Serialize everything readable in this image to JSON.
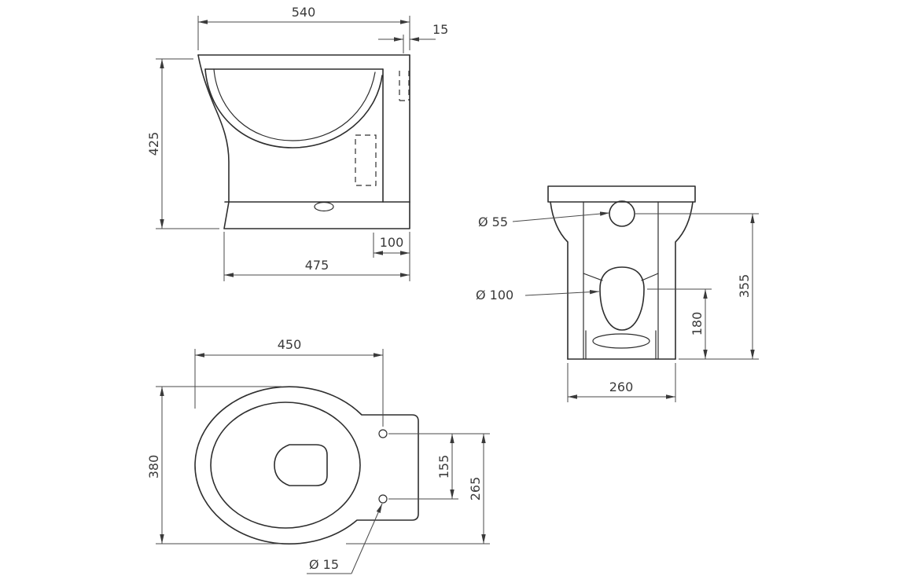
{
  "drawing": {
    "background": "#ffffff",
    "line_color": "#2e2e2e",
    "dim_color": "#4a4a4a",
    "text_color": "#3a3a3a",
    "side_view": {
      "overall_width": "540",
      "rim_overhang": "15",
      "overall_height": "425",
      "overall_depth": "475",
      "outlet_setback": "100"
    },
    "rear_view": {
      "top_hole_diameter": "Ø 55",
      "outlet_diameter": "Ø 100",
      "overall_height": "355",
      "outlet_height": "180",
      "base_width": "260"
    },
    "plan_view": {
      "bowl_length": "450",
      "bowl_width": "380",
      "hinge_hole_spacing": "155",
      "hinge_to_front": "265",
      "hinge_hole_diameter": "Ø 15"
    }
  }
}
